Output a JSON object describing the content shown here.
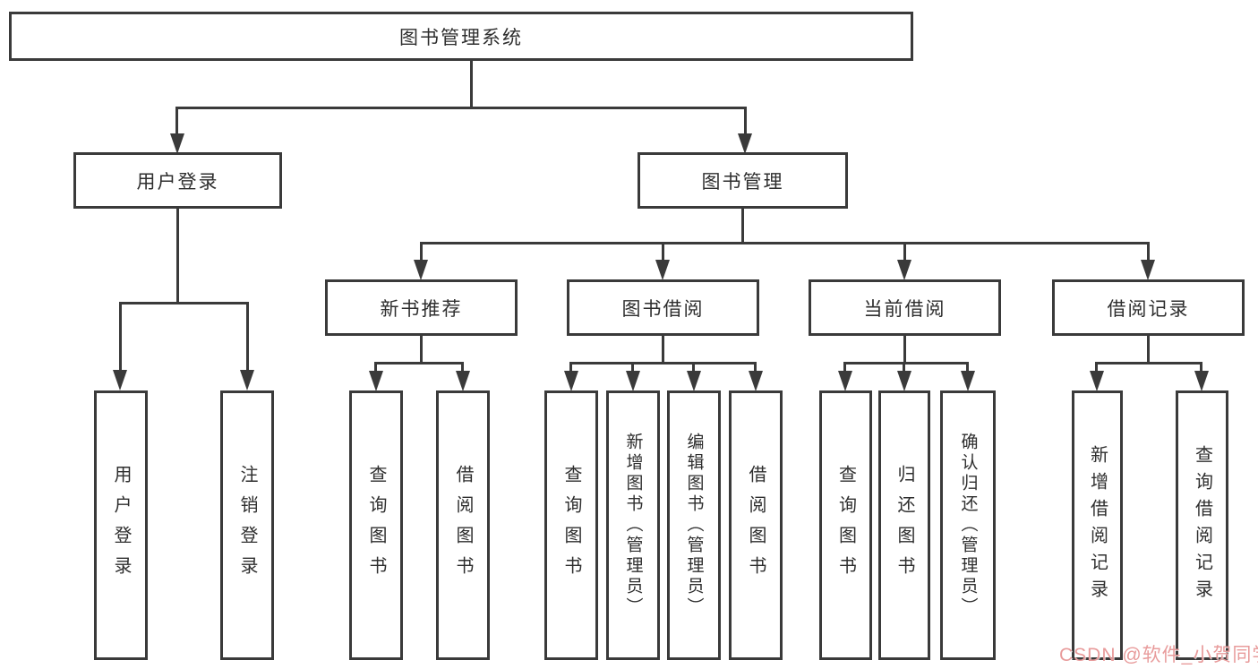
{
  "tree": {
    "root": {
      "label": "图书管理系统"
    },
    "children": [
      {
        "label": "用户登录",
        "children": [
          {
            "label": "用户登录"
          },
          {
            "label": "注销登录"
          }
        ]
      },
      {
        "label": "图书管理",
        "children": [
          {
            "label": "新书推荐",
            "children": [
              {
                "label": "查询图书"
              },
              {
                "label": "借阅图书"
              }
            ]
          },
          {
            "label": "图书借阅",
            "children": [
              {
                "label": "查询图书"
              },
              {
                "label": "新增图书（管理员）"
              },
              {
                "label": "编辑图书（管理员）"
              },
              {
                "label": "借阅图书"
              }
            ]
          },
          {
            "label": "当前借阅",
            "children": [
              {
                "label": "查询图书"
              },
              {
                "label": "归还图书"
              },
              {
                "label": "确认归还（管理员）"
              }
            ]
          },
          {
            "label": "借阅记录",
            "children": [
              {
                "label": "新增借阅记录"
              },
              {
                "label": "查询借阅记录"
              }
            ]
          }
        ]
      }
    ]
  },
  "watermark": {
    "text": "CSDN @软件_小贺同学",
    "color": "#e89b9b"
  },
  "colors": {
    "line": "#3a3a3a",
    "box_border": "#3a3a3a",
    "text": "#2e2e2e",
    "background": "#ffffff"
  }
}
